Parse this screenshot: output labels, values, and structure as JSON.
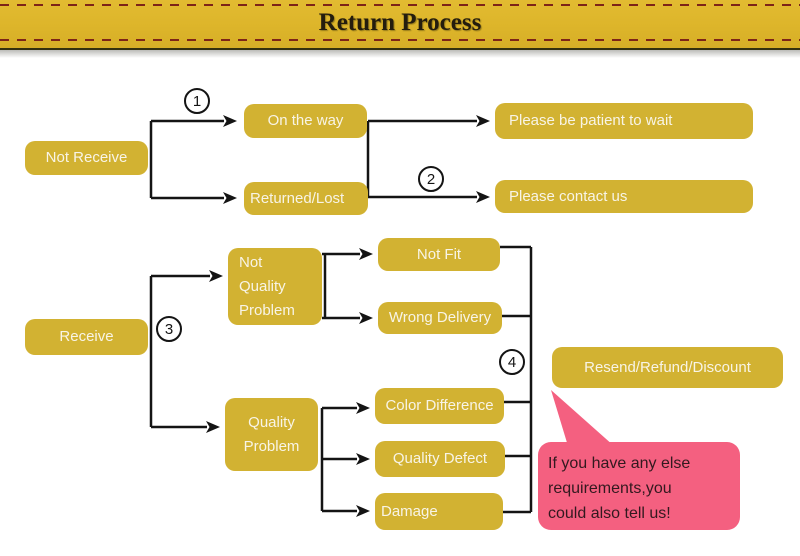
{
  "header": {
    "title": "Return Process",
    "background_color": "#ddb52a",
    "dash_color": "#7d2418"
  },
  "colors": {
    "node_fill": "#d2b232",
    "node_text": "#f8f4e6",
    "connector": "#141414",
    "bubble_fill": "#f46080",
    "bubble_text": "#33191f"
  },
  "flow": {
    "steps": [
      "1",
      "2",
      "3",
      "4"
    ],
    "nodes": {
      "not_receive": {
        "label": "Not Receive"
      },
      "on_the_way": {
        "label": "On the way"
      },
      "returned_lost": {
        "label": "Returned/Lost"
      },
      "please_wait": {
        "label": "Please be patient to wait"
      },
      "please_contact": {
        "label": "Please contact us"
      },
      "receive": {
        "label": "Receive"
      },
      "not_quality_problem": {
        "lines": [
          "Not",
          "Quality",
          "Problem"
        ]
      },
      "not_fit": {
        "label": "Not Fit"
      },
      "wrong_delivery": {
        "label": "Wrong Delivery"
      },
      "quality_problem": {
        "lines": [
          "Quality",
          "Problem"
        ]
      },
      "color_difference": {
        "label": "Color Difference"
      },
      "quality_defect": {
        "label": "Quality Defect"
      },
      "damage": {
        "label": "Damage"
      },
      "resend": {
        "label": "Resend/Refund/Discount"
      }
    },
    "bubble": {
      "lines": [
        "If you have any else",
        "requirements,you",
        "could also tell us!"
      ]
    }
  }
}
